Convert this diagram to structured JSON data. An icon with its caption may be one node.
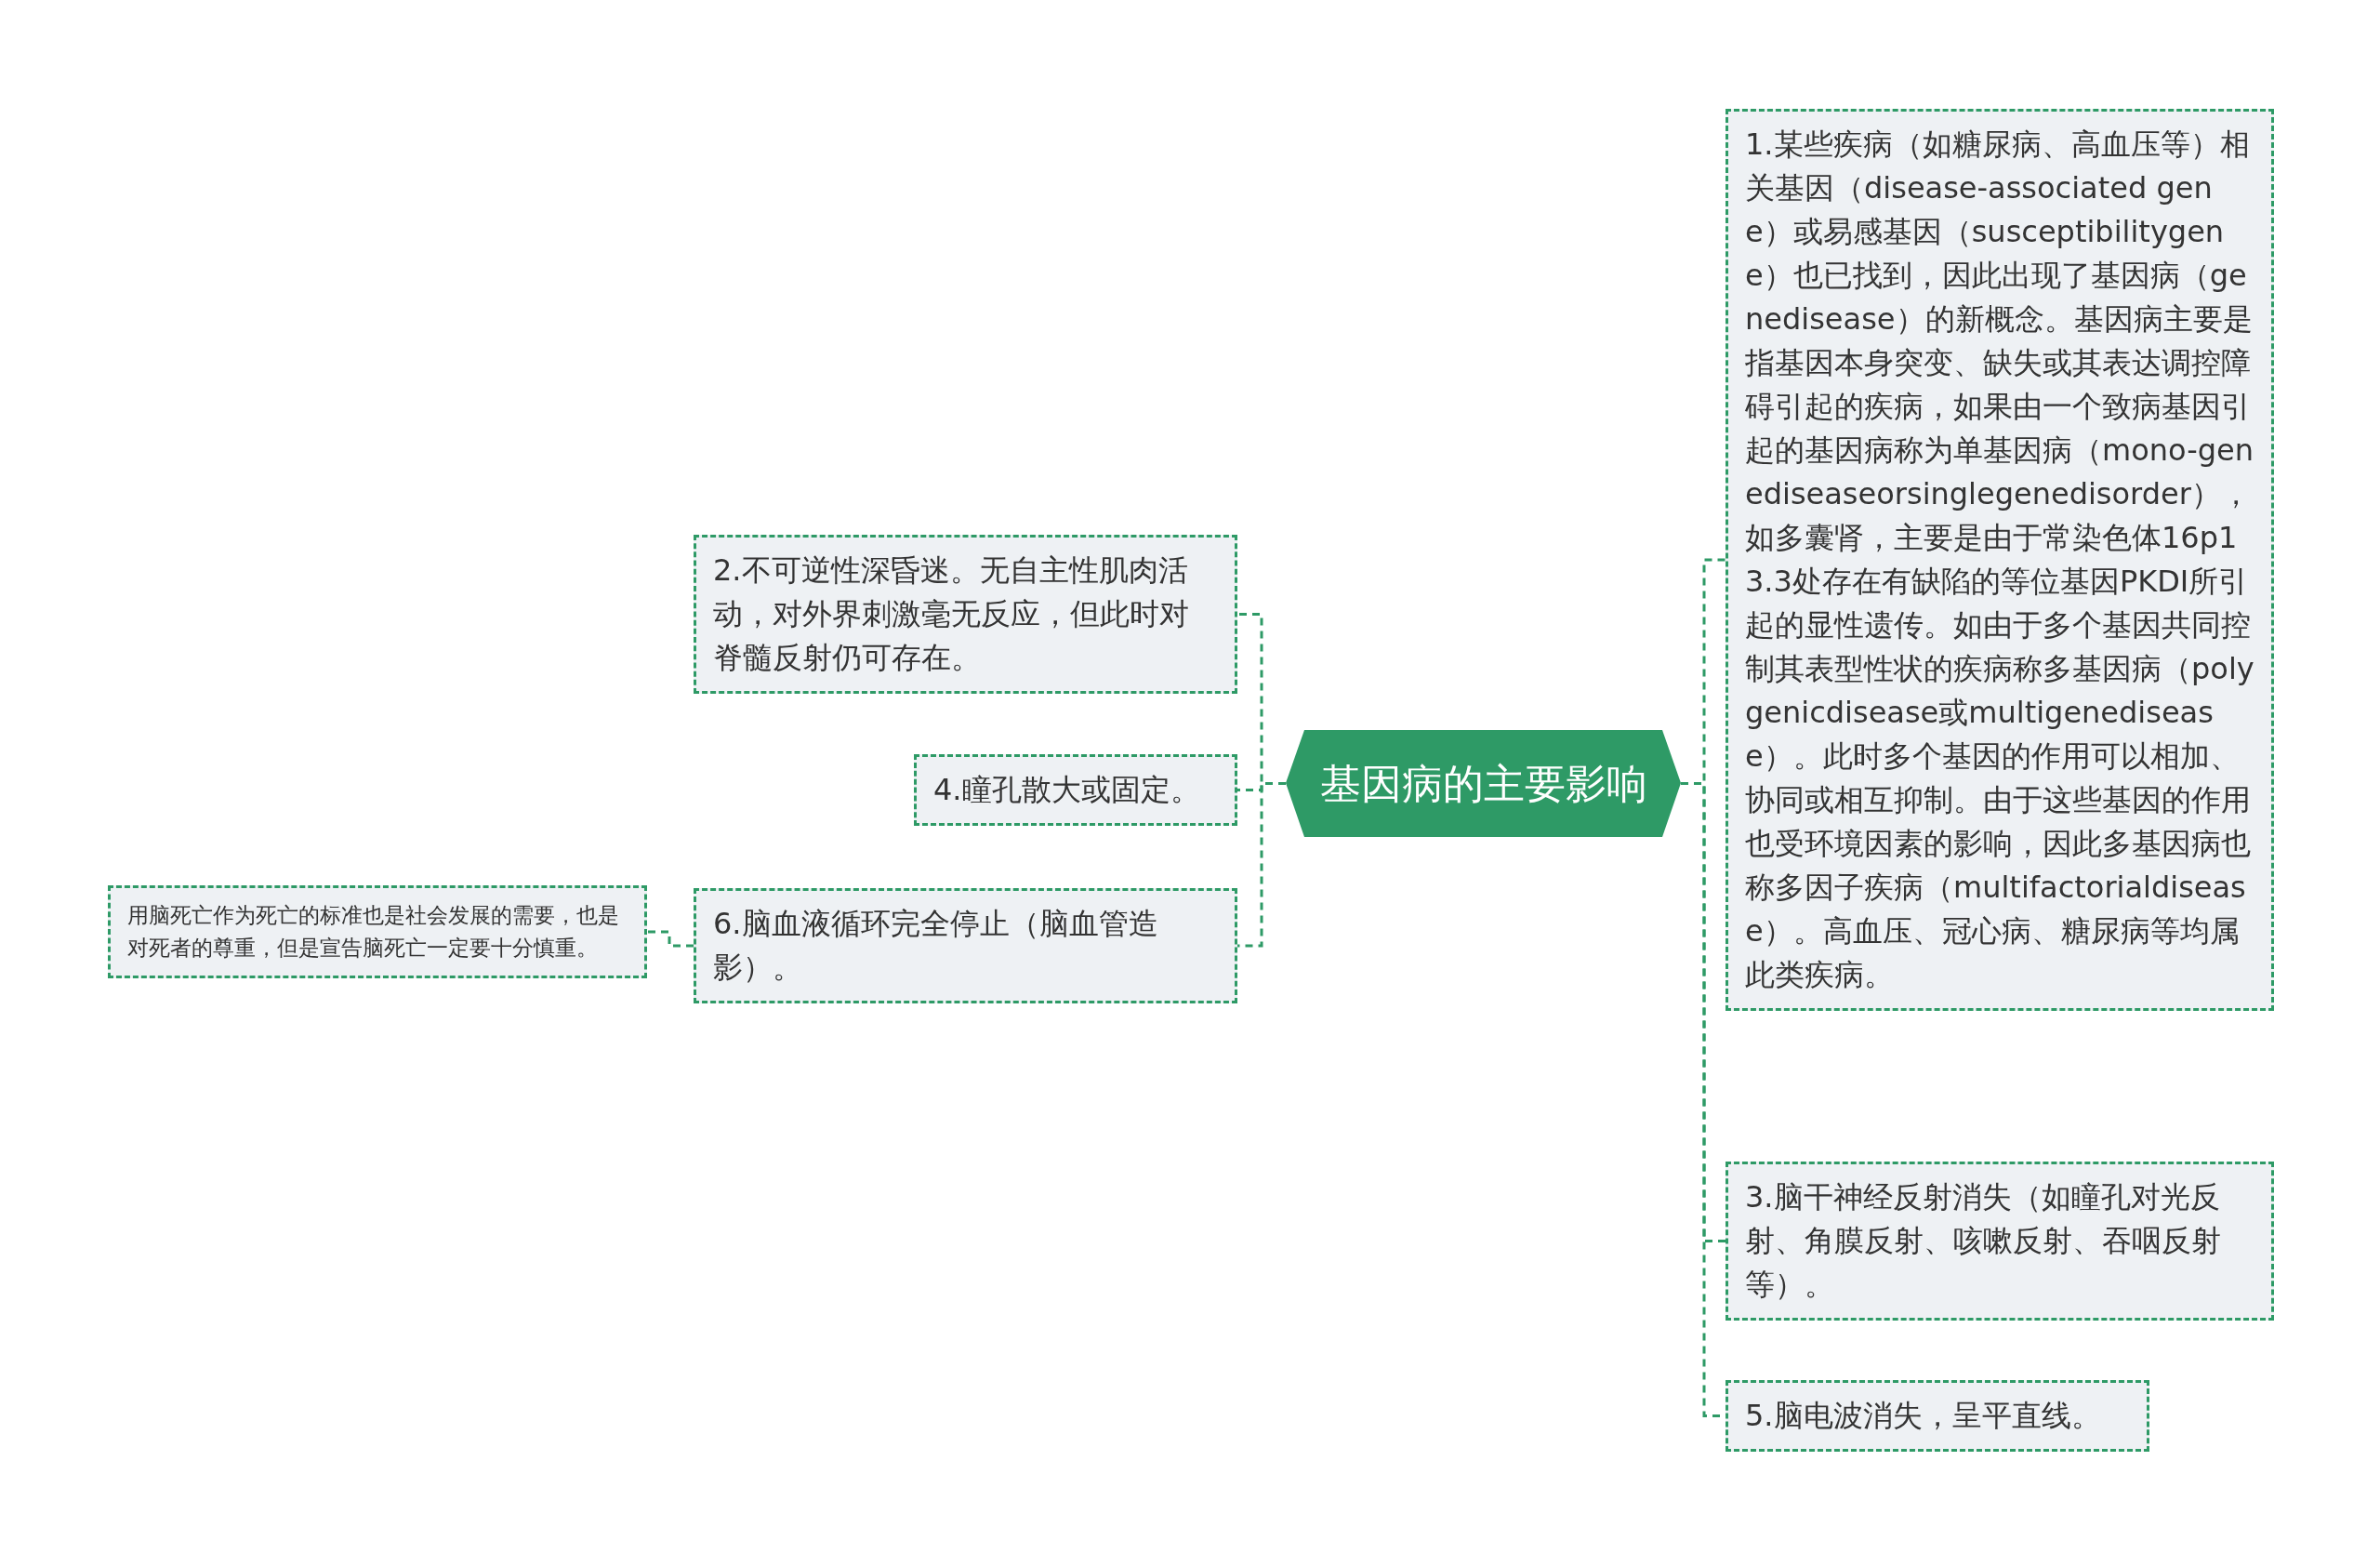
{
  "diagram": {
    "nodes": [
      {
        "text": [
          "基因病的主要影响"
        ]
      },
      {
        "text": [
          "1.某些疾病（如糖尿病、高血压等）相关基因（disease-associated gene）或易感基因（susceptibilitygene）也已找到，因此出现了基因病（genedisease）的新概念。基因病主要是指基因本身突变、缺失或其表达调控障碍引起的疾病，如果由一个致病基因引起的基因病称为单基因病（mono-genediseaseorsinglegenedisorder），如多囊肾，主要是由于常染色体16p13.3处存在有缺陷的等位基因PKDI所引起的显性遗传。如由于多个基因共同控制其表型性状的疾病称多基因病（polygenicdisease或multigenedisease）。此时多个基因的作用可以相加、协同或相互抑制。由于这些基因的作用也受环境因素的影响，因此多基因病也称多因子疾病（multifactorialdisease）。高血压、冠心病、糖尿病等均属此类疾病。"
        ]
      },
      {
        "text": [
          "2.不可逆性深昏迷。无自主性肌肉活动，对外界刺激毫无反应，但此时对脊髓反射仍可存在。"
        ]
      },
      {
        "text": [
          "3.脑干神经反射消失（如瞳孔对光反射、角膜反射、咳嗽反射、吞咽反射等）。"
        ]
      },
      {
        "text": [
          "4.瞳孔散大或固定。"
        ]
      },
      {
        "text": [
          "5.脑电波消失，呈平直线。"
        ]
      },
      {
        "text": [
          "6.脑血液循环完全停止（脑血管造影）。"
        ]
      },
      {
        "text": [
          "用脑死亡作为死亡的标准也是社会发展的需要，也是对死者的尊重，但是宣告脑死亡一定要十分慎重。"
        ]
      }
    ],
    "edges": [
      {
        "from": 0,
        "to": 1,
        "arrow": "none",
        "style": "dashed"
      },
      {
        "from": 0,
        "to": 2,
        "arrow": "none",
        "style": "dashed"
      },
      {
        "from": 0,
        "to": 3,
        "arrow": "none",
        "style": "dashed"
      },
      {
        "from": 0,
        "to": 4,
        "arrow": "none",
        "style": "dashed"
      },
      {
        "from": 0,
        "to": 5,
        "arrow": "none",
        "style": "dashed"
      },
      {
        "from": 0,
        "to": 6,
        "arrow": "none",
        "style": "dashed"
      },
      {
        "from": 6,
        "to": 7,
        "arrow": "none",
        "style": "dashed"
      }
    ]
  }
}
